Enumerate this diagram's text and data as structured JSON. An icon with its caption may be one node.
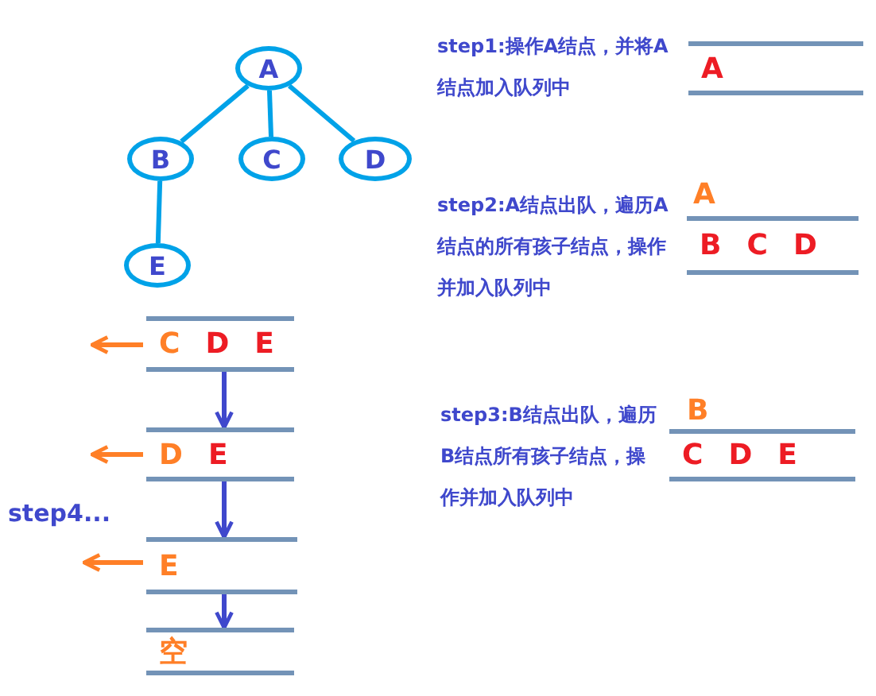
{
  "diagram": {
    "nodes": [
      {
        "text": [
          "A"
        ]
      },
      {
        "text": [
          "B"
        ]
      },
      {
        "text": [
          "C"
        ]
      },
      {
        "text": [
          "D"
        ]
      },
      {
        "text": [
          "E"
        ]
      },
      {
        "text": [
          "A"
        ]
      },
      {
        "text": [
          "B",
          "C",
          "D"
        ],
        "beside": [
          "A"
        ]
      },
      {
        "text": [
          "C",
          "D",
          "E"
        ],
        "beside": [
          "B"
        ]
      },
      {
        "text": [
          "C",
          "D",
          "E"
        ]
      },
      {
        "text": [
          "D",
          "E"
        ]
      },
      {
        "text": [
          "E"
        ]
      },
      {
        "text": [
          "空"
        ]
      }
    ],
    "edges": [
      {
        "from": 0,
        "to": 1,
        "arrow": "none",
        "color": "#00a2e8"
      },
      {
        "from": 0,
        "to": 2,
        "arrow": "none",
        "color": "#00a2e8"
      },
      {
        "from": 0,
        "to": 3,
        "arrow": "none",
        "color": "#00a2e8"
      },
      {
        "from": 1,
        "to": 4,
        "arrow": "none",
        "color": "#00a2e8"
      },
      {
        "from": 8,
        "to": null,
        "arrow": "to",
        "color": "#ff7f27"
      },
      {
        "from": 8,
        "to": 9,
        "arrow": "to",
        "color": "#3f48cc"
      },
      {
        "from": 9,
        "to": null,
        "arrow": "to",
        "color": "#ff7f27"
      },
      {
        "from": 9,
        "to": 10,
        "arrow": "to",
        "color": "#3f48cc"
      },
      {
        "from": 10,
        "to": null,
        "arrow": "to",
        "color": "#ff7f27"
      },
      {
        "from": 10,
        "to": 11,
        "arrow": "to",
        "color": "#3f48cc"
      }
    ],
    "labels": [
      "step1:操作A结点，并将A结点加入队列中",
      "step2:A结点出队，遍历A结点的所有孩子结点，操作并加入队列中",
      "step3:B结点出队，遍历B结点所有孩子结点，操作并加入队列中",
      "step4..."
    ]
  }
}
